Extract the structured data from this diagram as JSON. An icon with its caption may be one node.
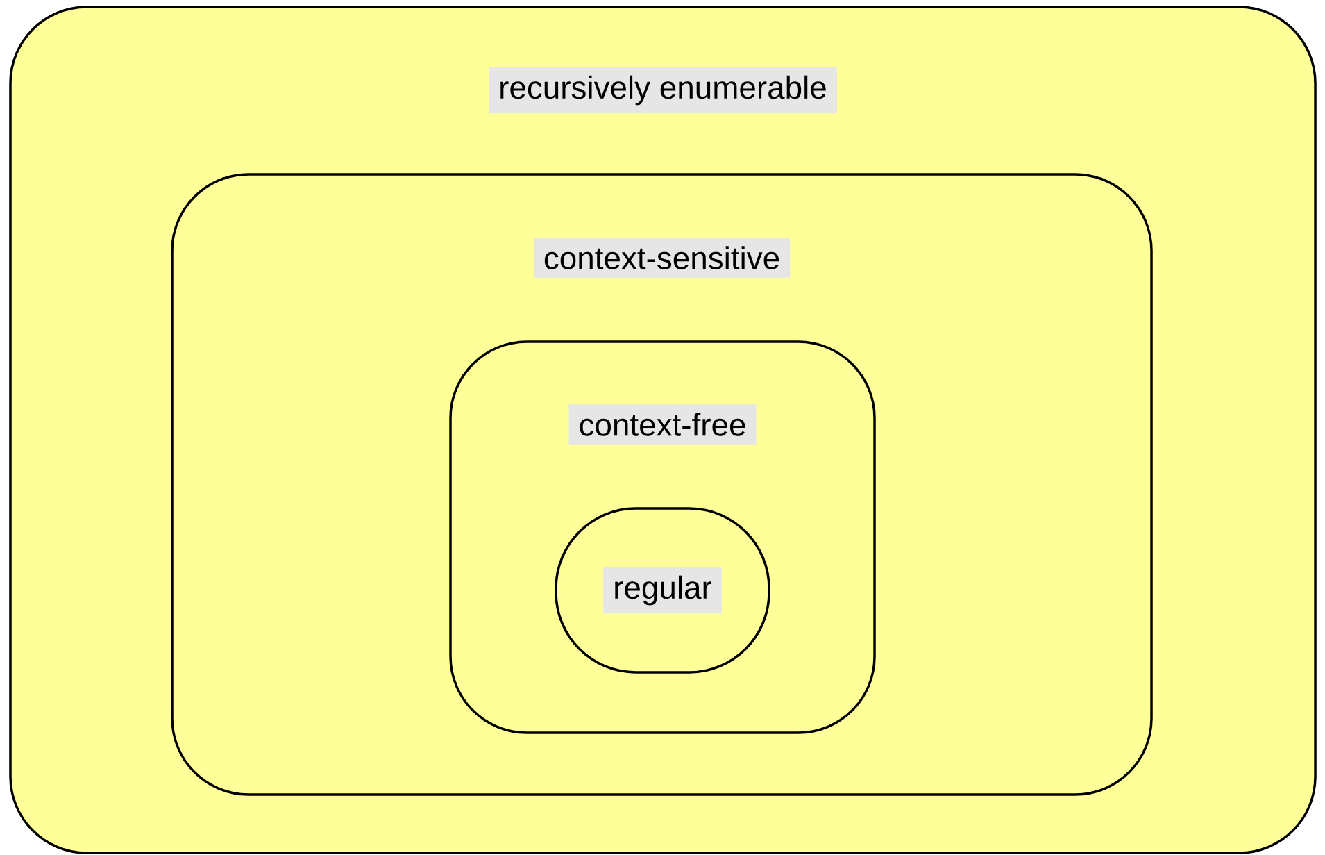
{
  "diagram": {
    "nodes": [
      {
        "text": [
          "recursively enumerable"
        ]
      },
      {
        "text": [
          "context-sensitive"
        ],
        "in": 0
      },
      {
        "text": [
          "context-free"
        ],
        "in": 1
      },
      {
        "text": [
          "regular"
        ],
        "in": 2
      }
    ]
  }
}
